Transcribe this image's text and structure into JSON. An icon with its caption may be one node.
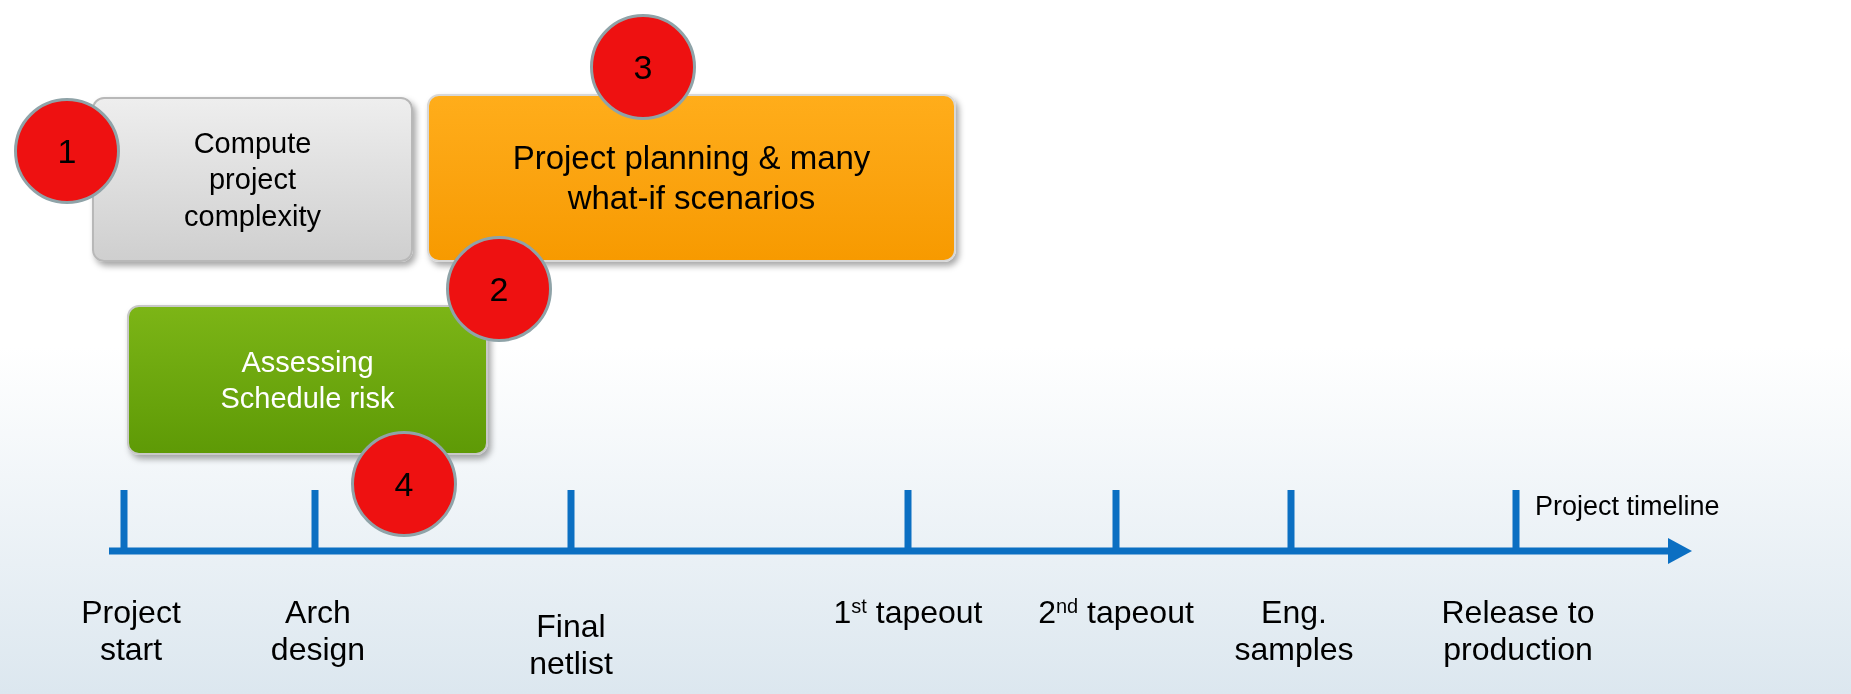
{
  "diagram": {
    "nodes": [
      {
        "text": [
          "3"
        ]
      },
      {
        "text": [
          "1"
        ]
      },
      {
        "text": [
          "Compute project complexity"
        ]
      },
      {
        "text": [
          "Project planning & many  what-if scenarios"
        ]
      },
      {
        "text": [
          "2"
        ]
      },
      {
        "text": [
          "Assessing Schedule risk"
        ]
      },
      {
        "text": [
          "4"
        ]
      }
    ],
    "labels": [
      "Project timeline",
      "Project start",
      "Arch design",
      "Final netlist",
      "1$^{st}$ tapeout",
      "2$^{nd}$ tapeout",
      "Eng. samples",
      "Release to production"
    ]
  }
}
